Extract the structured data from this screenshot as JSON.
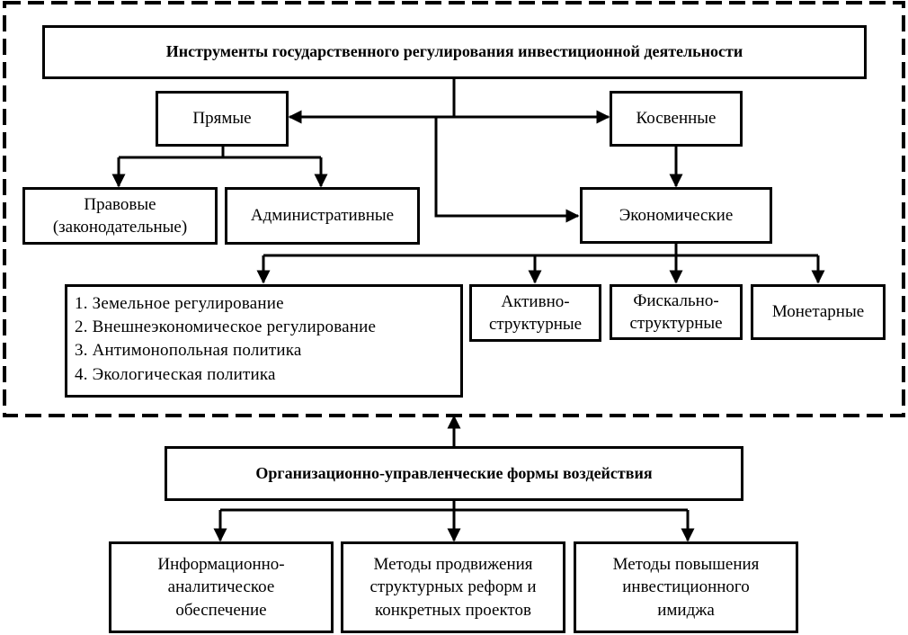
{
  "title": "Инструменты государственного регулирования инвестиционной деятельности",
  "direct": "Прямые",
  "indirect": "Косвенные",
  "legal": [
    "Правовые",
    "(законодательные)"
  ],
  "administrative": "Административные",
  "economic": "Экономические",
  "measures": [
    "1. Земельное регулирование",
    "2. Внешнеэкономическое регулирование",
    "3. Антимонопольная политика",
    "4. Экологическая политика"
  ],
  "active_structural": [
    "Активно-",
    "структурные"
  ],
  "fiscal_structural": [
    "Фискально-",
    "структурные"
  ],
  "monetary": "Монетарные",
  "org_forms": "Организационно-управленческие формы воздействия",
  "info_support": [
    "Информационно-",
    "аналитическое",
    "обеспечение"
  ],
  "reform_methods": [
    "Методы продвижения",
    "структурных реформ и",
    "конкретных проектов"
  ],
  "image_methods": [
    "Методы повышения",
    "инвестиционного",
    "имиджа"
  ]
}
